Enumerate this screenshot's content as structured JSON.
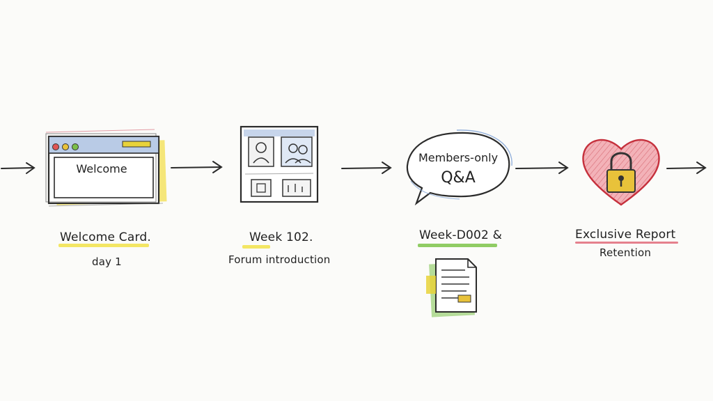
{
  "steps": [
    {
      "card_text": "Welcome",
      "caption": "Welcome Card.",
      "sub": "day 1"
    },
    {
      "caption": "Week 102.",
      "sub": "Forum introduction"
    },
    {
      "bubble_line1": "Members-only",
      "bubble_line2": "Q&A",
      "caption": "Week-D002 &"
    },
    {
      "caption": "Exclusive Report",
      "sub": "Retention"
    }
  ],
  "icons": [
    "browser-window-icon",
    "forum-grid-icon",
    "speech-bubble-icon",
    "document-icon",
    "heart-lock-icon"
  ],
  "colors": {
    "ink": "#222222",
    "highlight_yellow": "#f1e24a",
    "highlight_green": "#7cc34a",
    "highlight_red": "#e06a7a",
    "window_blue": "#b9cbe6",
    "heart_red": "#e0555f",
    "lock_gold": "#e8c23a"
  }
}
